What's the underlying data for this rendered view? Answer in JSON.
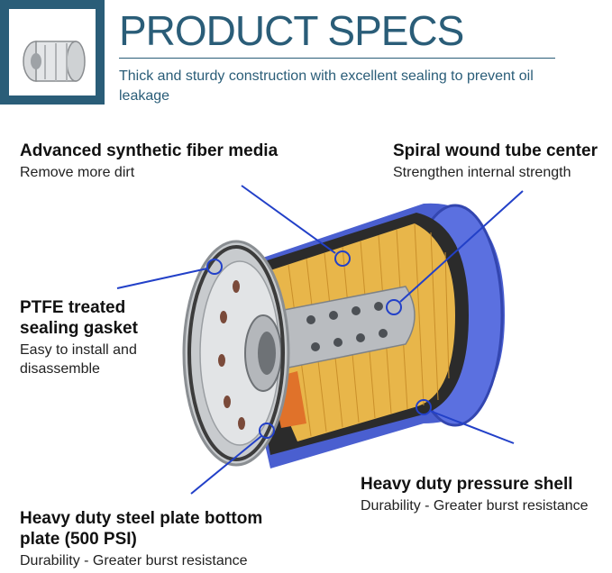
{
  "header": {
    "title": "PRODUCT SPECS",
    "subtitle": "Thick and sturdy construction with excellent sealing to prevent oil leakage"
  },
  "callouts": {
    "fiber": {
      "heading": "Advanced synthetic fiber media",
      "desc": "Remove more dirt"
    },
    "spiral": {
      "heading": "Spiral wound tube center",
      "desc": "Strengthen internal strength"
    },
    "ptfe": {
      "heading": "PTFE treated sealing gasket",
      "desc": "Easy to install and disassemble"
    },
    "shell": {
      "heading": "Heavy duty pressure shell",
      "desc": "Durability - Greater burst resistance"
    },
    "plate": {
      "heading": "Heavy duty steel plate bottom plate (500 PSI)",
      "desc": "Durability - Greater burst resistance"
    }
  },
  "colors": {
    "brand": "#2a5d78",
    "shell_blue": "#4a5fd0",
    "media_yellow": "#e8b64a",
    "pointer": "#2240c8"
  }
}
